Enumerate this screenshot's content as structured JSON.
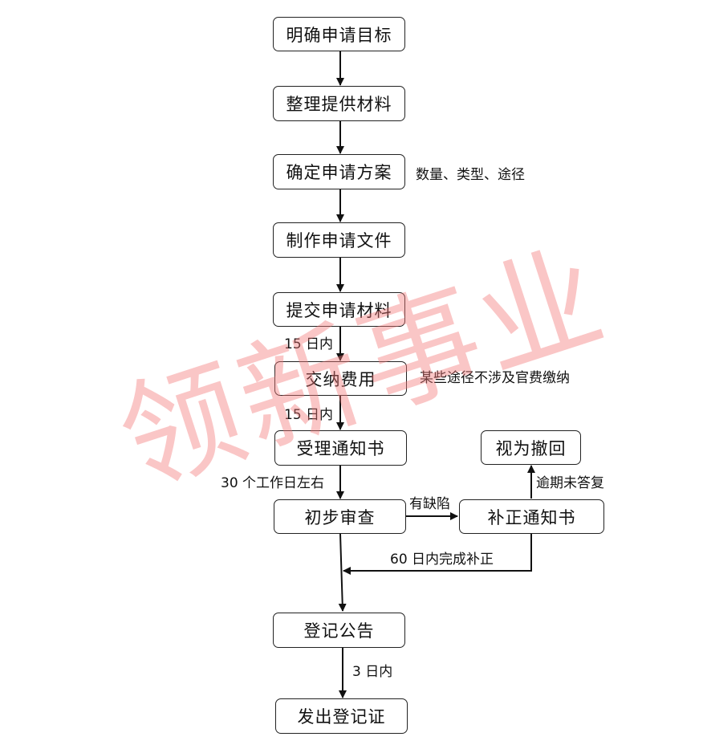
{
  "nodes": {
    "goal": "明确申请目标",
    "organize": "整理提供材料",
    "plan": "确定申请方案",
    "prepare": "制作申请文件",
    "submit": "提交申请材料",
    "pay": "交纳费用",
    "acceptance": "受理通知书",
    "exam": "初步审查",
    "correction": "补正通知书",
    "withdrawn": "视为撤回",
    "announce": "登记公告",
    "certificate": "发出登记证"
  },
  "annotations": {
    "plan_note": "数量、类型、途径",
    "pay_note": "某些途径不涉及官费缴纳",
    "submit_to_pay": "15 日内",
    "pay_to_acceptance": "15 日内",
    "acceptance_to_exam": "30 个工作日左右",
    "defect": "有缺陷",
    "overdue": "逾期未答复",
    "correction_deadline": "60 日内完成补正",
    "announce_to_certificate": "3 日内"
  },
  "watermark": "领新事业",
  "colors": {
    "line": "#111111",
    "watermark": "#f47878"
  }
}
